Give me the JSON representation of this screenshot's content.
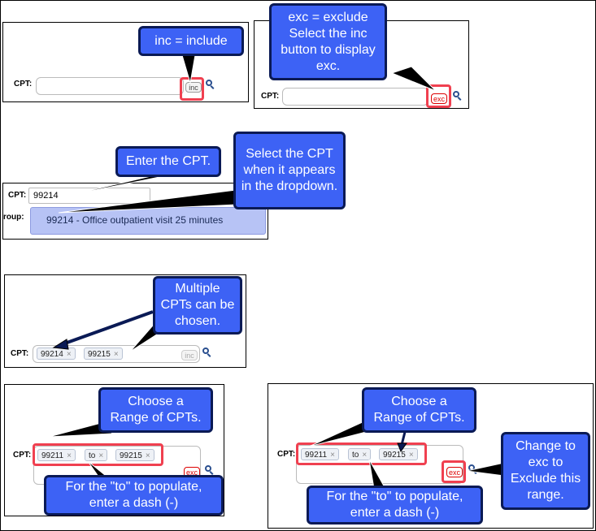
{
  "cpt_label": "CPT:",
  "panel1": {
    "inc_button": "inc",
    "callout": "inc = include"
  },
  "panel2": {
    "exc_button": "exc",
    "callout": "exc = exclude Select the inc button to display exc."
  },
  "panel3": {
    "field_label_partial": "roup:",
    "input_value": "99214",
    "dropdown_option": "99214 - Office outpatient visit 25 minutes",
    "callout_enter": "Enter the CPT.",
    "callout_select": "Select the CPT when it appears in the dropdown."
  },
  "panel4": {
    "tags": [
      "99214",
      "99215"
    ],
    "inc_button": "inc",
    "callout": "Multiple CPTs can be chosen."
  },
  "panel5": {
    "tags": [
      "99211",
      "to",
      "99215"
    ],
    "exc_button": "exc",
    "callout_range": "Choose a Range of CPTs.",
    "callout_dash": "For the \"to\" to populate, enter a dash (-)"
  },
  "panel6": {
    "tags": [
      "99211",
      "to",
      "99215"
    ],
    "exc_button": "exc",
    "callout_range": "Choose a Range of CPTs.",
    "callout_dash": "For the \"to\" to populate, enter a dash (-)",
    "callout_exclude": "Change to exc to Exclude this range."
  },
  "tag_remove_glyph": "×",
  "colors": {
    "callout_fill": "#3d62f5",
    "callout_border": "#0a1a55",
    "highlight": "#f04050",
    "dropdown": "#b7c3f5"
  }
}
